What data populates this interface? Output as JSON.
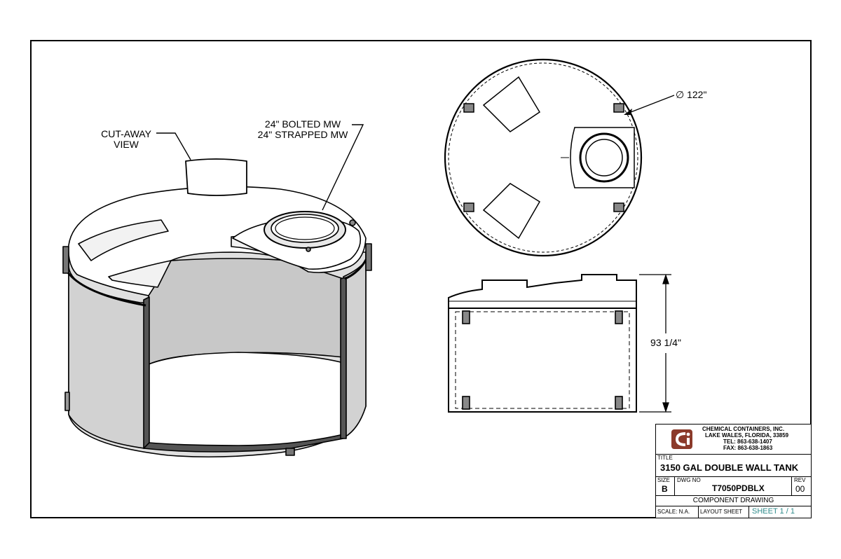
{
  "callouts": {
    "cutaway_line1": "CUT-AWAY",
    "cutaway_line2": "VIEW",
    "manway_line1": "24\" BOLTED MW",
    "manway_line2": "24\" STRAPPED MW",
    "diameter": "∅ 122\"",
    "height": "93 1/4\""
  },
  "title_block": {
    "company": {
      "name": "CHEMICAL CONTAINERS, INC.",
      "address": "LAKE WALES, FLORIDA, 33859",
      "tel": "TEL: 863-638-1407",
      "fax": "FAX: 863-638-1863",
      "logo_letters": "ci",
      "logo_color": "#8B3A2A"
    },
    "title_label": "TITLE",
    "title": "3150 GAL DOUBLE WALL TANK",
    "size_label": "SIZE",
    "size": "B",
    "dwg_no_label": "DWG NO",
    "dwg_no": "T7050PDBLX",
    "rev_label": "REV",
    "rev": "00",
    "drawing_type": "COMPONENT DRAWING",
    "scale": "SCALE: N.A.",
    "layout": "LAYOUT SHEET",
    "sheet": "SHEET 1 / 1",
    "sheet_color": "#2E8B8B"
  }
}
